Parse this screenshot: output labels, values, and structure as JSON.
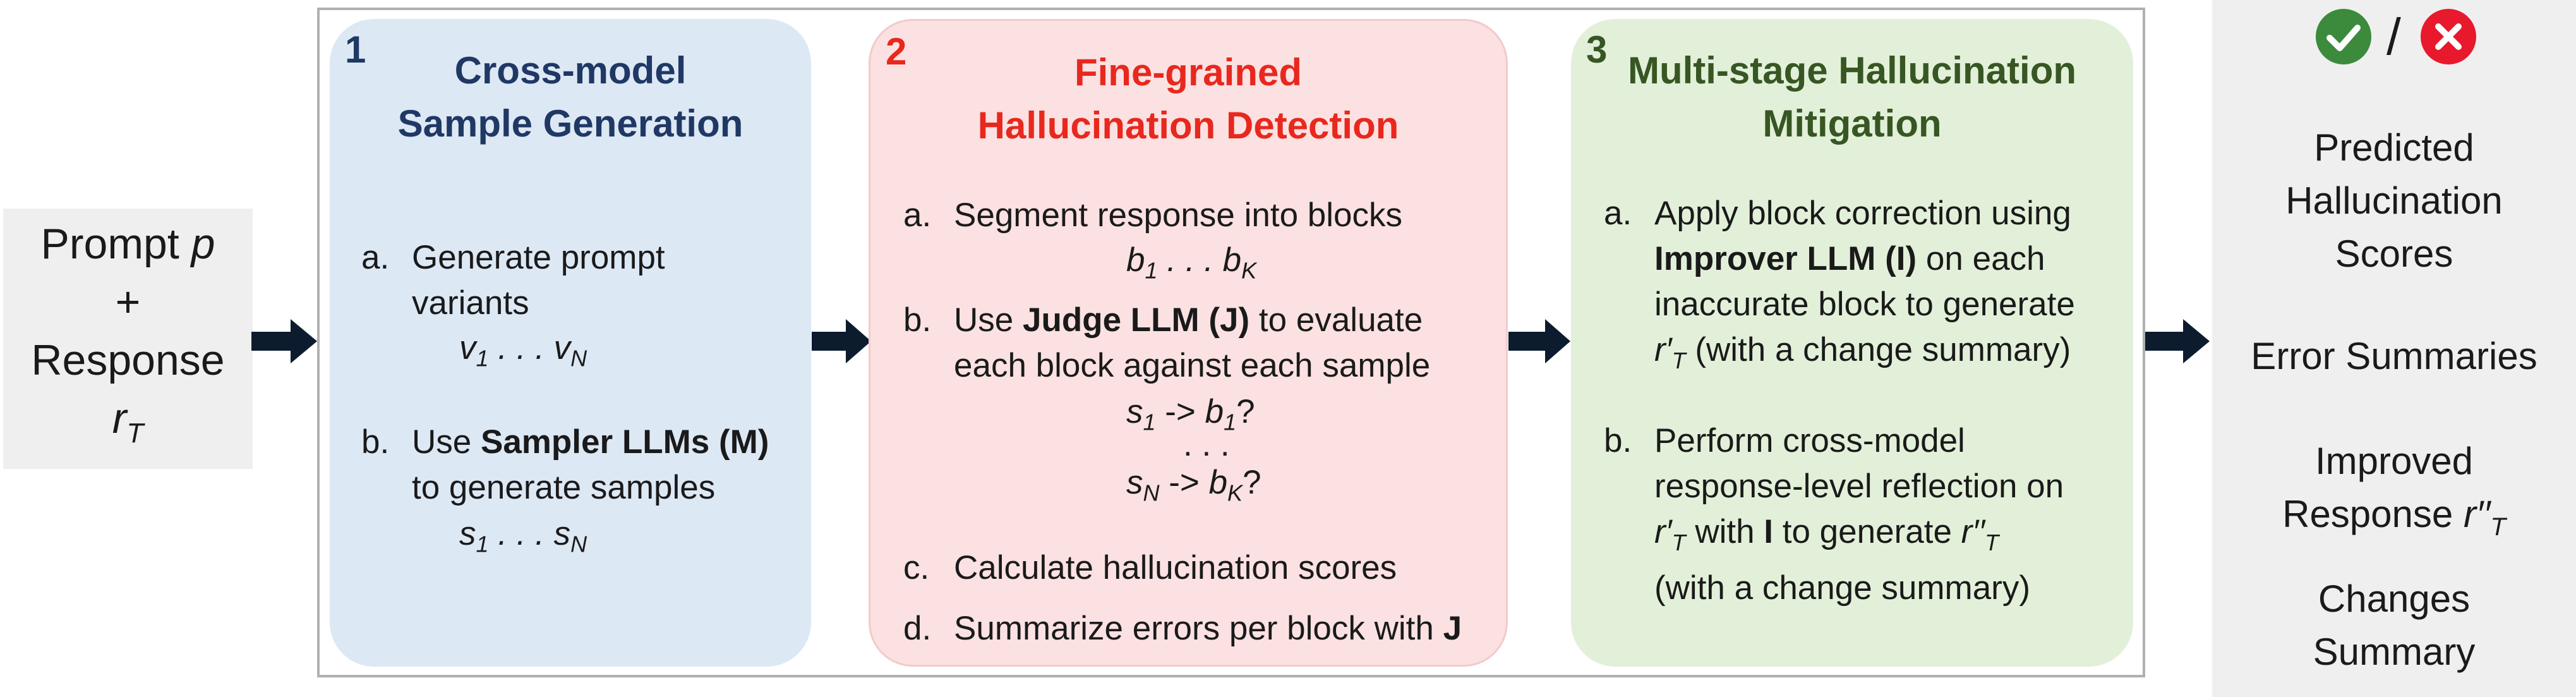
{
  "input": {
    "prompt_label": "Prompt",
    "prompt_symbol": "p",
    "plus": "+",
    "response_label": "Response",
    "response_symbol": "r",
    "response_sub": "T"
  },
  "panels": [
    {
      "number": "1",
      "title_line1": "Cross-model",
      "title_line2": "Sample Generation",
      "step_a_label": "a.",
      "step_a_line1": "Generate prompt",
      "step_a_line2": "variants",
      "math_a": {
        "v": "v",
        "s1": "1",
        "dots": ". . .",
        "vn": "v",
        "sN": "N"
      },
      "step_b_label": "b.",
      "step_b_pre": "Use ",
      "step_b_bold": "Sampler LLMs (M)",
      "step_b_line2": "to generate samples",
      "math_b": {
        "s": "s",
        "s1": "1",
        "dots": ". . .",
        "sn": "s",
        "sN": "N"
      }
    },
    {
      "number": "2",
      "title_line1": "Fine-grained",
      "title_line2": "Hallucination Detection",
      "step_a_label": "a.",
      "step_a_text": "Segment response into blocks",
      "math_a": {
        "b": "b",
        "s1": "1",
        "dots": ". . .",
        "bk": "b",
        "sK": "K"
      },
      "step_b_label": "b.",
      "step_b_pre": "Use ",
      "step_b_bold": "Judge LLM (J)",
      "step_b_post": " to evaluate",
      "step_b_line2": "each block against each sample",
      "math_b1": {
        "s": "s",
        "s1": "1",
        "arrow": " -> ",
        "b": "b",
        "b1": "1",
        "q": "?"
      },
      "math_b_dots": ". . .",
      "math_b2": {
        "s": "s",
        "sN": "N",
        "arrow": " -> ",
        "b": "b",
        "bK": "K",
        "q": "?"
      },
      "step_c_label": "c.",
      "step_c_text": "Calculate hallucination scores",
      "step_d_label": "d.",
      "step_d_pre": "Summarize errors per block with ",
      "step_d_bold": "J"
    },
    {
      "number": "3",
      "title_line1": "Multi-stage Hallucination",
      "title_line2": "Mitigation",
      "step_a_label": "a.",
      "step_a_line1": "Apply block correction using",
      "step_a_bold": "Improver LLM (I)",
      "step_a_line2_post": " on each",
      "step_a_line3": "inaccurate block to generate",
      "step_a_r": "r′",
      "step_a_rsub": "T",
      "step_a_line4_post": "  (with a change summary)",
      "step_b_label": "b.",
      "step_b_line1": "Perform cross-model",
      "step_b_line2": "response-level reflection on",
      "step_b_r": "r′",
      "step_b_rsub": "T",
      "step_b_with": "  with ",
      "step_b_bold": "I",
      "step_b_gen": " to generate ",
      "step_b_r2": "r′′",
      "step_b_r2sub": "T",
      "step_b_line4": "(with a change summary)"
    }
  ],
  "output": {
    "check_icon": "check-circle-icon",
    "slash": "/",
    "cross_icon": "x-circle-icon",
    "item1_line1": "Predicted",
    "item1_line2": "Hallucination",
    "item1_line3": "Scores",
    "item2": "Error Summaries",
    "item3_line1": "Improved",
    "item3_line2_pre": "Response ",
    "item3_r": "r′′",
    "item3_sub": "T",
    "item4_line1": "Changes",
    "item4_line2": "Summary"
  },
  "colors": {
    "panel1_bg": "#dde8f5",
    "panel1_title": "#1f3864",
    "panel2_bg": "#fbe1e1",
    "panel2_title": "#e8281e",
    "panel3_bg": "#e2f0d9",
    "panel3_title": "#375623",
    "arrow": "#0d1b2e",
    "check": "#3c8a3c",
    "cross": "#e8192c"
  }
}
